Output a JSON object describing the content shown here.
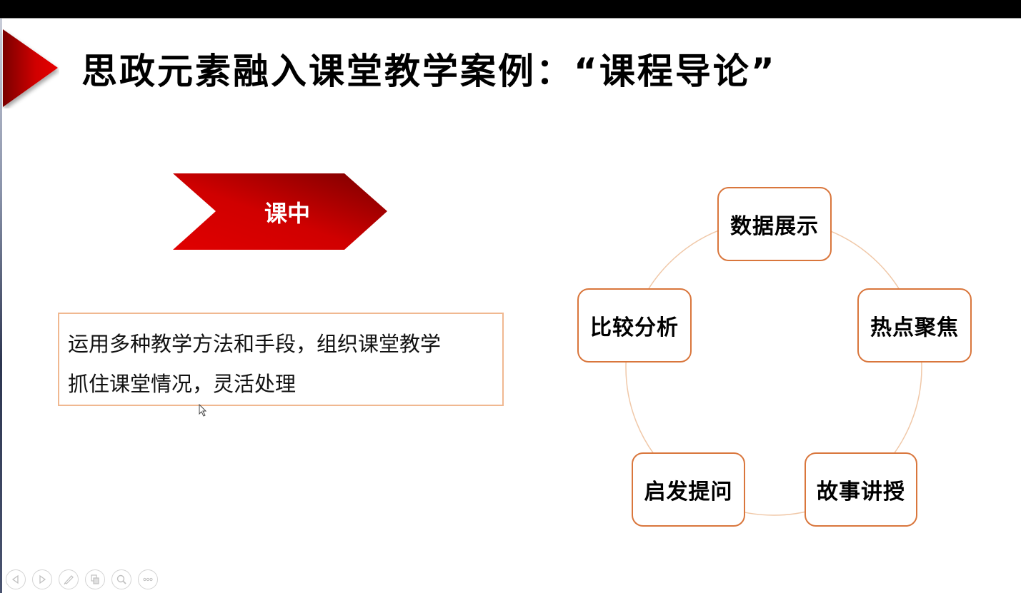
{
  "slide": {
    "title": "思政元素融入课堂教学案例：“课程导论”",
    "stage_label": "课中",
    "description": {
      "lines": [
        "运用多种教学方法和手段，组织课堂教学",
        "抓住课堂情况，灵活处理"
      ]
    },
    "cycle_nodes": [
      {
        "label": "数据展示",
        "position": "top"
      },
      {
        "label": "热点聚焦",
        "position": "right"
      },
      {
        "label": "故事讲授",
        "position": "bottom-right"
      },
      {
        "label": "启发提问",
        "position": "bottom-left"
      },
      {
        "label": "比较分析",
        "position": "left"
      }
    ]
  },
  "colors": {
    "accent_red": "#d90000",
    "dark_red": "#8a0000",
    "node_border": "#d9763c",
    "desc_border": "#f0b890",
    "ring_line": "#f0c8a8"
  },
  "toolbar": {
    "buttons": [
      {
        "icon": "previous-icon"
      },
      {
        "icon": "next-icon"
      },
      {
        "icon": "pen-icon"
      },
      {
        "icon": "slides-icon"
      },
      {
        "icon": "zoom-icon"
      },
      {
        "icon": "more-icon"
      }
    ]
  }
}
